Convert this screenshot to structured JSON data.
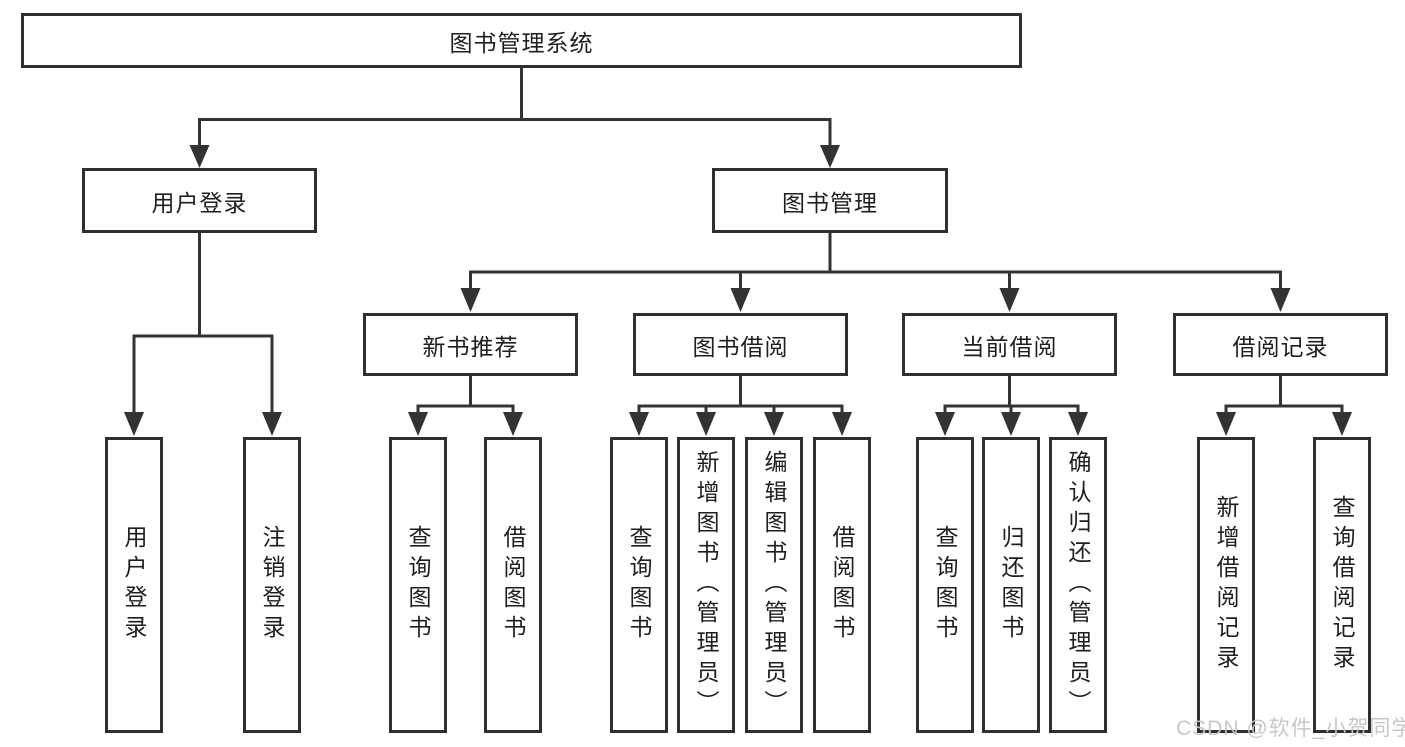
{
  "diagram": {
    "root": "图书管理系统",
    "login": {
      "label": "用户登录",
      "children": [
        "用户登录",
        "注销登录"
      ]
    },
    "management": {
      "label": "图书管理",
      "groups": [
        {
          "label": "新书推荐",
          "children": [
            "查询图书",
            "借阅图书"
          ]
        },
        {
          "label": "图书借阅",
          "children": [
            "查询图书",
            "新增图书（管理员）",
            "编辑图书（管理员）",
            "借阅图书"
          ]
        },
        {
          "label": "当前借阅",
          "children": [
            "查询图书",
            "归还图书",
            "确认归还（管理员）"
          ]
        },
        {
          "label": "借阅记录",
          "children": [
            "新增借阅记录",
            "查询借阅记录"
          ]
        }
      ]
    },
    "watermark": "CSDN @软件_小贺同学",
    "colors": {
      "line": "#333333",
      "border": "#2f2f2f",
      "text": "#1f1f1f",
      "watermark": "#c5c5c5"
    }
  }
}
